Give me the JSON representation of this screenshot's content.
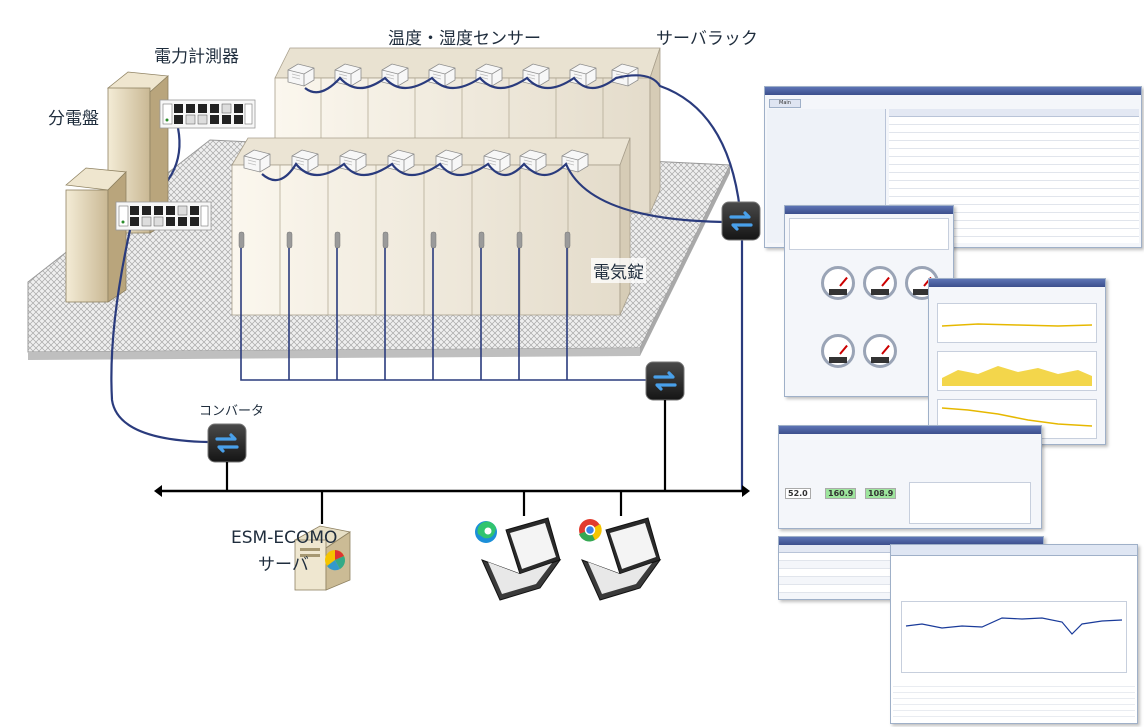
{
  "labels": {
    "power_meter": "電力計測器",
    "distribution_panel": "分電盤",
    "temp_humidity_sensor": "温度・湿度センサー",
    "server_rack": "サーバラック",
    "electric_lock": "電気錠",
    "converter": "コンバータ",
    "esm_server_line1": "ESM-ECOMO",
    "esm_server_line2": "サーバ"
  },
  "screens": {
    "list_tab": "Main",
    "table_values": [
      "52.0",
      "160.9",
      "108.9"
    ]
  },
  "colors": {
    "cable": "#2a3b7d",
    "bus": "#000000",
    "floor": "#d9d9d9",
    "rack": "#f3eee2",
    "converter": "#2b2b2b",
    "arrow": "#3a8fd9"
  }
}
